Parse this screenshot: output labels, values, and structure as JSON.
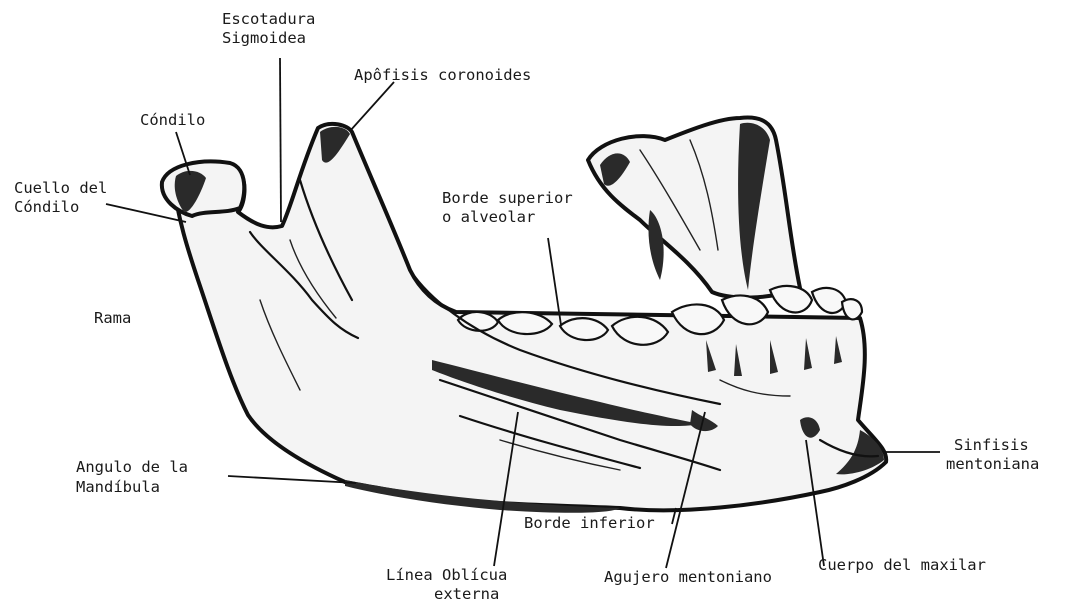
{
  "labels": {
    "escotadura": [
      "Escotadura",
      "Sigmoidea"
    ],
    "apofisis": "Apôfisis coronoides",
    "condilo": "Cóndilo",
    "cuello": [
      "Cuello del",
      "Cóndilo"
    ],
    "borde_superior": [
      "Borde superior",
      "o alveolar"
    ],
    "rama": "Rama",
    "sinfisis": [
      "Sinfisis",
      "mentoniana"
    ],
    "angulo": [
      "Angulo de la",
      "Mandíbula"
    ],
    "borde_inferior": "Borde inferior",
    "linea_obliqua": [
      "Línea  Oblícua",
      "externa"
    ],
    "agujero": "Agujero mentoniano",
    "cuerpo": "Cuerpo del maxilar"
  }
}
